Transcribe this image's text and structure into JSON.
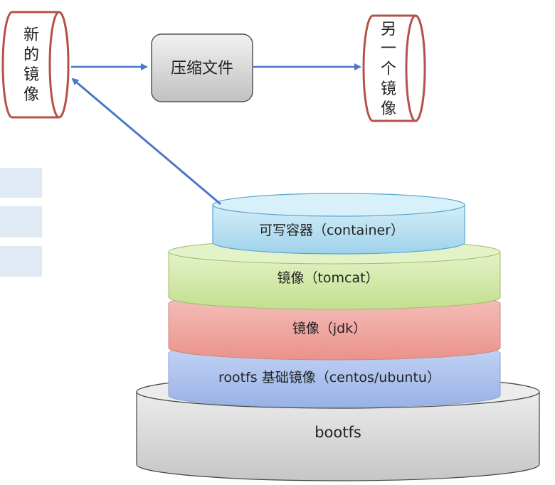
{
  "new_image": {
    "lines": [
      "新",
      "的",
      "镜",
      "像"
    ]
  },
  "compress": {
    "label": "压缩文件"
  },
  "other_image": {
    "lines": [
      "另",
      "一",
      "个",
      "镜",
      "像"
    ]
  },
  "layers": {
    "container": "可写容器（container）",
    "tomcat": "镜像（tomcat）",
    "jdk": "镜像（jdk）",
    "rootfs": "rootfs 基础镜像（centos/ubuntu）",
    "bootfs": "bootfs"
  },
  "colors": {
    "arrow": "#4a78c8",
    "cylinder_outline": "#b5524a",
    "container_fill": "#b9e0f2",
    "tomcat_fill": "#d3e9a9",
    "jdk_fill": "#f2aaa4",
    "rootfs_fill": "#b4c8f0",
    "bootfs_fill": "#dedede",
    "side_panel": "#dfeaf5"
  }
}
